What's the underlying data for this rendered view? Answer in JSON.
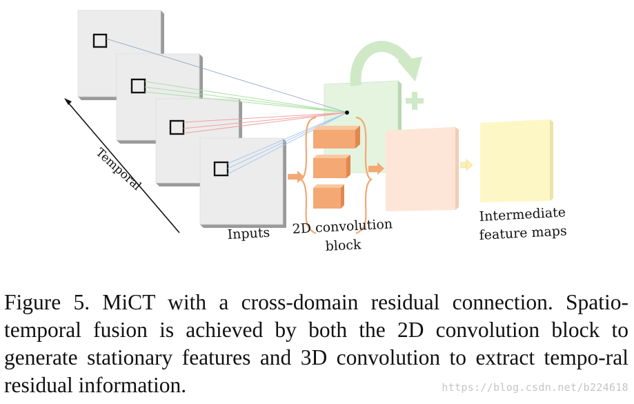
{
  "figure": {
    "axis_label": "Temporal",
    "labels": {
      "inputs": "Inputs",
      "block_line1": "2D convolution",
      "block_line2": "block",
      "output_line1": "Intermediate",
      "output_line2": "feature maps"
    },
    "colors": {
      "frame_face": "#ececec",
      "frame_side": "#9a9a9a",
      "conv3d_face": "#e4f4df",
      "residual_arrow": "#cfe9c6",
      "plus_sign": "#cfe9c6",
      "conv2d_unit": "#f4a874",
      "brace": "#f2a873",
      "conv2d_output_face": "#fde6d8",
      "feature_map_face": "#fdf7c6",
      "line_green": "#a8e0a0",
      "line_red": "#f0a0a0",
      "line_blue": "#a8c8f0"
    }
  },
  "caption": "Figure 5. MiCT with a cross-domain residual connection. Spatio-temporal fusion is achieved by both the 2D convolution block to generate stationary features and 3D convolution to extract tempo-ral residual information.",
  "watermark": "https://blog.csdn.net/b224618"
}
